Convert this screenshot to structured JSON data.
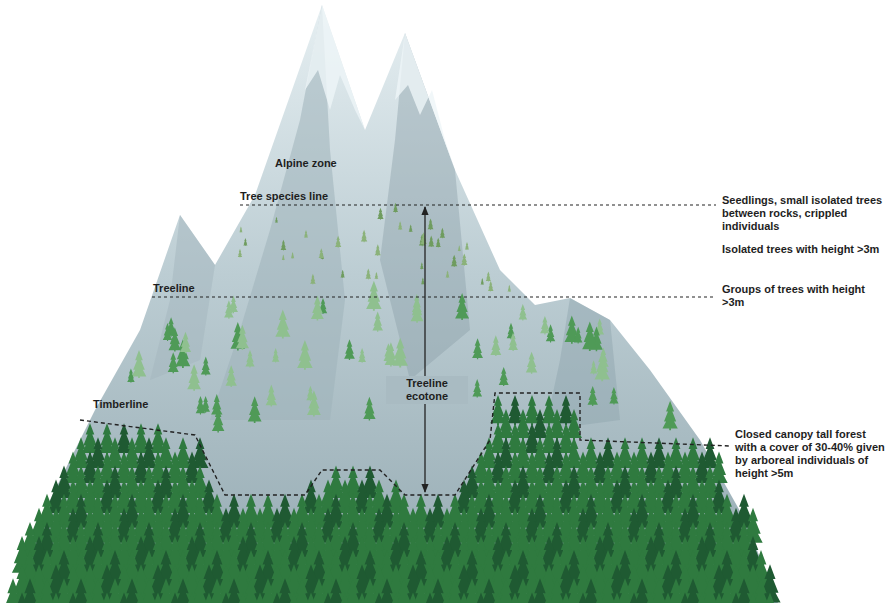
{
  "diagram": {
    "labels": [
      "Alpine zone",
      "Tree species line",
      "Treeline",
      "Timberline",
      "Treeline ecotone",
      "Seedlings, small isolated trees between rocks, crippled individuals",
      "Isolated trees with height >3m",
      "Groups of trees with height >3m",
      "Closed canopy tall forest with a cover of 30-40% given by arboreal individuals of height >5m"
    ]
  }
}
